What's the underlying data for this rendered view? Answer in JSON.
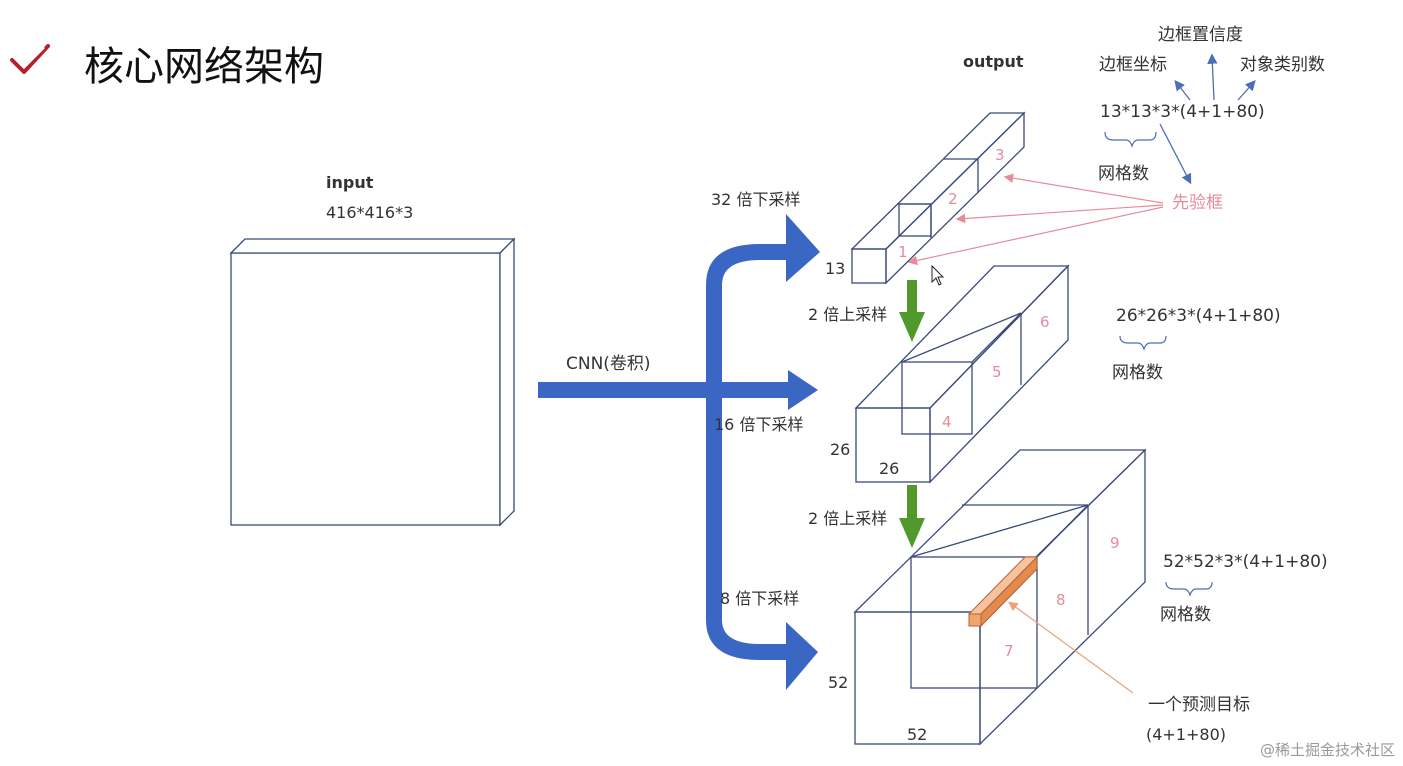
{
  "slide": {
    "title": "核心网络架构",
    "title_icon": "check-icon",
    "watermark": "@稀土掘金技术社区"
  },
  "input": {
    "label": "input",
    "size": "416*416*3"
  },
  "cnn_label": "CNN(卷积)",
  "output_label": "output",
  "branches": {
    "down32": "32 倍下采样",
    "down16": "16 倍下采样",
    "down8": "8 倍下采样",
    "up2_a": "2 倍上采样",
    "up2_b": "2 倍上采样"
  },
  "grids": {
    "g13": "13",
    "g26_left": "26",
    "g26_bottom": "26",
    "g52_left": "52",
    "g52_bottom": "52"
  },
  "anchors": {
    "a1": "1",
    "a2": "2",
    "a3": "3",
    "a4": "4",
    "a5": "5",
    "a6": "6",
    "a7": "7",
    "a8": "8",
    "a9": "9"
  },
  "formulas": {
    "f13": "13*13*3*(4+1+80)",
    "f26": "26*26*3*(4+1+80)",
    "f52": "52*52*3*(4+1+80)"
  },
  "annotations": {
    "box_confidence": "边框置信度",
    "box_coords": "边框坐标",
    "class_count": "对象类别数",
    "grid_count_1": "网格数",
    "grid_count_2": "网格数",
    "grid_count_3": "网格数",
    "prior_box": "先验框",
    "one_target": "一个预测目标",
    "one_target_value": "(4+1+80)"
  },
  "colors": {
    "box_stroke": "#3b4a7a",
    "blue_arrow": "#3b67c4",
    "green_arrow": "#4f9a2a",
    "pink": "#e98a9b",
    "orange": "#f1a56b",
    "title_icon": "#b5202c"
  }
}
